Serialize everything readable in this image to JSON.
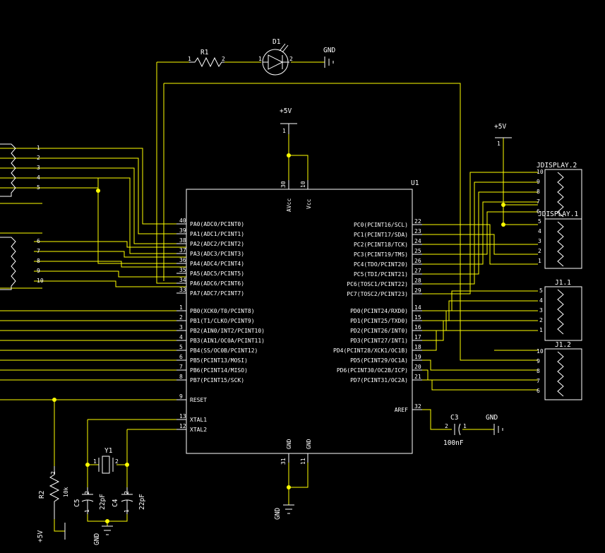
{
  "u1": {
    "ref": "U1",
    "left_pins": [
      {
        "name": "PA0(ADC0/PCINT0)",
        "num": "40"
      },
      {
        "name": "PA1(ADC1/PCINT1)",
        "num": "39"
      },
      {
        "name": "PA2(ADC2/PCINT2)",
        "num": "38"
      },
      {
        "name": "PA3(ADC3/PCINT3)",
        "num": "37"
      },
      {
        "name": "PA4(ADC4/PCINT4)",
        "num": "36"
      },
      {
        "name": "PA5(ADC5/PCINT5)",
        "num": "35"
      },
      {
        "name": "PA6(ADC6/PCINT6)",
        "num": "34"
      },
      {
        "name": "PA7(ADC7/PCINT7)",
        "num": "33"
      },
      {
        "name": "PB0(XCK0/T0/PCINT8)",
        "num": "1"
      },
      {
        "name": "PB1(T1/CLKO/PCINT9)",
        "num": "2"
      },
      {
        "name": "PB2(AIN0/INT2/PCINT10)",
        "num": "3"
      },
      {
        "name": "PB3(AIN1/OC0A/PCINT11)",
        "num": "4"
      },
      {
        "name": "PB4(SS/OC0B/PCINT12)",
        "num": "5"
      },
      {
        "name": "PB5(PCINT13/MOSI)",
        "num": "6"
      },
      {
        "name": "PB6(PCINT14/MISO)",
        "num": "7"
      },
      {
        "name": "PB7(PCINT15/SCK)",
        "num": "8"
      },
      {
        "name": "RESET",
        "num": "9"
      },
      {
        "name": "XTAL1",
        "num": "13"
      },
      {
        "name": "XTAL2",
        "num": "12"
      }
    ],
    "right_pins": [
      {
        "name": "PC0(PCINT16/SCL)",
        "num": "22"
      },
      {
        "name": "PC1(PCINT17/SDA)",
        "num": "23"
      },
      {
        "name": "PC2(PCINT18/TCK)",
        "num": "24"
      },
      {
        "name": "PC3(PCINT19/TMS)",
        "num": "25"
      },
      {
        "name": "PC4(TDO/PCINT20)",
        "num": "26"
      },
      {
        "name": "PC5(TDI/PCINT21)",
        "num": "27"
      },
      {
        "name": "PC6(TOSC1/PCINT22)",
        "num": "28"
      },
      {
        "name": "PC7(TOSC2/PCINT23)",
        "num": "29"
      },
      {
        "name": "PD0(PCINT24/RXD0)",
        "num": "14"
      },
      {
        "name": "PD1(PCINT25/TXD0)",
        "num": "15"
      },
      {
        "name": "PD2(PCINT26/INT0)",
        "num": "16"
      },
      {
        "name": "PD3(PCINT27/INT1)",
        "num": "17"
      },
      {
        "name": "PD4(PCINT28/XCK1/OC1B)",
        "num": "18"
      },
      {
        "name": "PD5(PCINT29/OC1A)",
        "num": "19"
      },
      {
        "name": "PD6(PCINT30/OC2B/ICP)",
        "num": "20"
      },
      {
        "name": "PD7(PCINT31/OC2A)",
        "num": "21"
      },
      {
        "name": "AREF",
        "num": "32"
      }
    ],
    "top_pins": [
      {
        "name": "AVcc",
        "num": "30"
      },
      {
        "name": "Vcc",
        "num": "10"
      }
    ],
    "bottom_pins": [
      {
        "name": "GND",
        "num": "31"
      },
      {
        "name": "GND",
        "num": "11"
      }
    ]
  },
  "r1": {
    "ref": "R1",
    "pin1": "1",
    "pin2": "2"
  },
  "d1": {
    "ref": "D1",
    "pin1": "2",
    "pin2": "1"
  },
  "r2": {
    "ref": "R2",
    "value": "10k",
    "pin": "2"
  },
  "y1": {
    "ref": "Y1",
    "pin1": "1",
    "pin2": "2"
  },
  "c3": {
    "ref": "C3",
    "value": "100nF",
    "pin2": "2",
    "pin1": "1"
  },
  "c4": {
    "ref": "C4",
    "value": "22pF",
    "pin2": "2",
    "pin1": "1"
  },
  "c5": {
    "ref": "C5",
    "value": "22pF",
    "pin2": "2",
    "pin1": "1"
  },
  "power": {
    "gnd": "GND",
    "vcc": "+5V",
    "vcc_pin": "1"
  },
  "left_conn_top": {
    "pins": [
      "1",
      "2",
      "3",
      "4",
      "5"
    ]
  },
  "left_conn_bottom": {
    "pins": [
      "6",
      "7",
      "8",
      "9",
      "10"
    ]
  },
  "jdisplay2": {
    "ref": "JDISPLAY.2",
    "pins": [
      "10",
      "9",
      "8",
      "7",
      "6"
    ]
  },
  "jdisplay1": {
    "ref": "JDISPLAY.1",
    "pins": [
      "5",
      "4",
      "3",
      "2",
      "1"
    ]
  },
  "j1_1": {
    "ref": "J1.1",
    "pins": [
      "5",
      "4",
      "3",
      "2",
      "1"
    ]
  },
  "j1_2": {
    "ref": "J1.2",
    "pins": [
      "10",
      "9",
      "8",
      "7",
      "6"
    ]
  }
}
